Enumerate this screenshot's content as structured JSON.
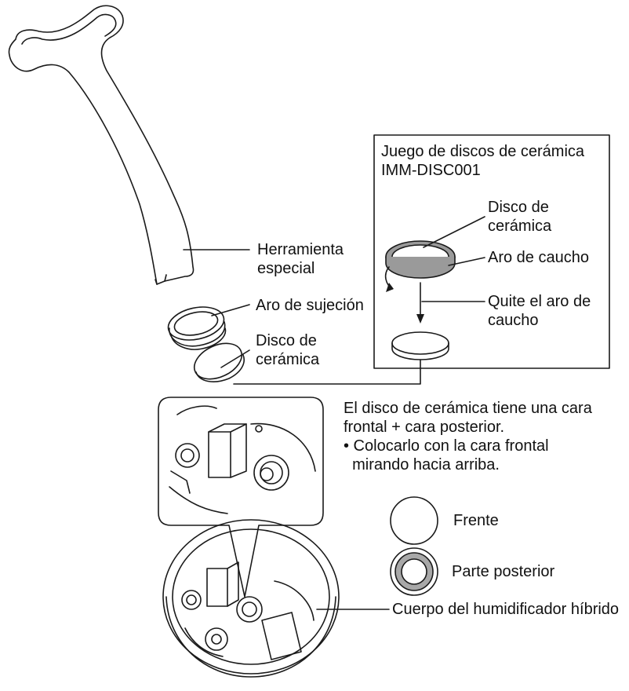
{
  "labels": {
    "tool": [
      "Herramienta",
      "especial"
    ],
    "retaining_ring": "Aro de sujeción",
    "ceramic_disc_left": [
      "Disco de",
      "cerámica"
    ],
    "kit_title": [
      "Juego de discos de cerámica",
      "IMM-DISC001"
    ],
    "ceramic_disc_kit": [
      "Disco de",
      "cerámica"
    ],
    "rubber_ring": "Aro de caucho",
    "remove_rubber_ring": [
      "Quite el aro de",
      "caucho"
    ],
    "note_line1": "El disco de cerámica tiene una cara",
    "note_line2": "frontal + cara posterior.",
    "note_bullet1": "• Colocarlo con la cara frontal",
    "note_bullet2": "  mirando hacia arriba.",
    "front": "Frente",
    "back": "Parte posterior",
    "body": "Cuerpo del humidificador híbrido"
  },
  "colors": {
    "line": "#1a1a1a",
    "rubber_gray": "#9a9a9a",
    "back_ring_gray": "#a8a8a8"
  }
}
